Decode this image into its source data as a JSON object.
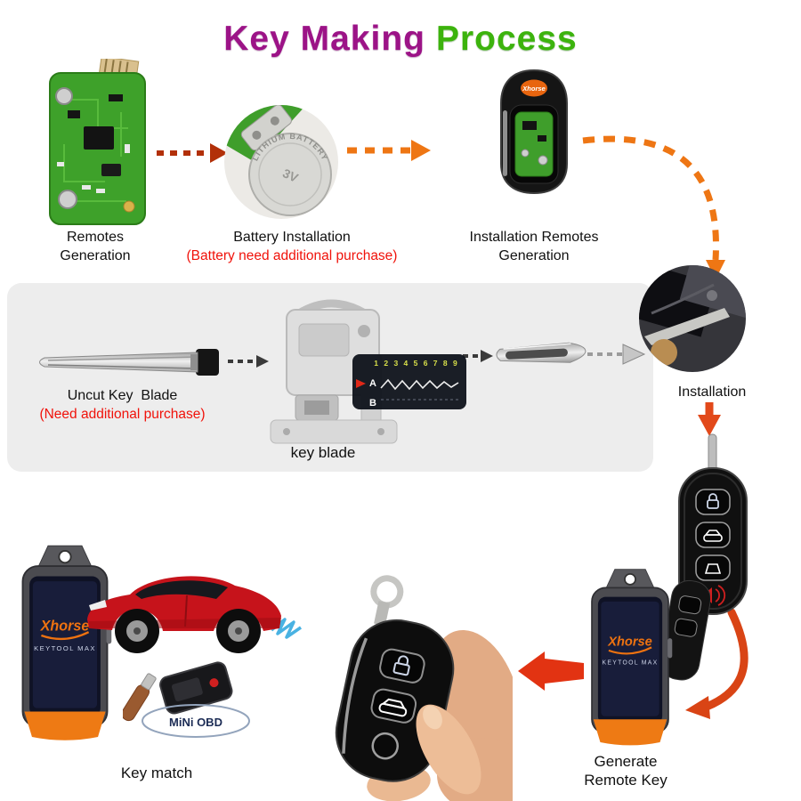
{
  "title": {
    "part1": "Key Making",
    "part2": "Process"
  },
  "steps": {
    "remotes": {
      "line1": "Remotes",
      "line2": "Generation"
    },
    "battery": {
      "label": "Battery Installation",
      "note": "(Battery need additional purchase)"
    },
    "install_remotes": {
      "line1": "Installation Remotes",
      "line2": "Generation"
    },
    "uncut": {
      "label": "Uncut Key  Blade",
      "note": "(Need additional purchase)"
    },
    "keyblade": {
      "label": "key blade"
    },
    "installation": {
      "label": "Installation"
    },
    "generate": {
      "line1": "Generate",
      "line2": "Remote Key"
    },
    "keymatch": {
      "label": "Key match"
    }
  },
  "branding": {
    "xhorse": "Xhorse",
    "keytool": "KEYTOOL MAX",
    "mini_obd": "MiNi OBD"
  },
  "battery": {
    "ring_text": "LITHIUM BATTERY",
    "voltage": "3V"
  },
  "depth_chart": {
    "numbers": "1 2 3 4 5 6 7 8 9",
    "row_a": "A",
    "row_b": "B"
  },
  "colors": {
    "title_left": "#9c1387",
    "title_right": "#3cb30d",
    "note_red": "#f0120a",
    "arrow_orange": "#ee7614",
    "arrow_dark_red": "#b23009",
    "xhorse_orange": "#ee7210",
    "pcb_green": "#3ea12a",
    "car_red": "#c6131b",
    "screen_navy": "#181d3a"
  }
}
